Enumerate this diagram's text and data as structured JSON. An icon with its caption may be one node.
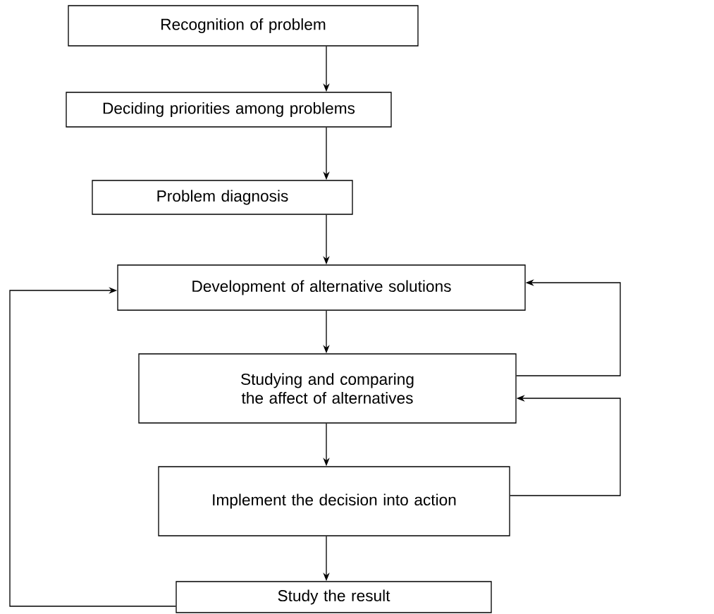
{
  "diagram": {
    "nodes": [
      {
        "text": [
          "Recognition of problem"
        ]
      },
      {
        "text": [
          "Deciding priorities among problems"
        ]
      },
      {
        "text": [
          "Problem diagnosis"
        ]
      },
      {
        "text": [
          "Development of alternative solutions"
        ]
      },
      {
        "text": [
          "Studying and comparing the affect of alternatives"
        ]
      },
      {
        "text": [
          "Implement the decision into action"
        ]
      },
      {
        "text": [
          "Study the result"
        ]
      }
    ],
    "edges": [
      {
        "from": 0,
        "to": 1,
        "arrow": "to"
      },
      {
        "from": 1,
        "to": 2,
        "arrow": "to"
      },
      {
        "from": 2,
        "to": 3,
        "arrow": "to"
      },
      {
        "from": 3,
        "to": 4,
        "arrow": "to"
      },
      {
        "from": 4,
        "to": 3,
        "arrow": "to"
      },
      {
        "from": 5,
        "to": 4,
        "arrow": "to"
      },
      {
        "from": 4,
        "to": 5,
        "arrow": "to"
      },
      {
        "from": 5,
        "to": 6,
        "arrow": "to"
      },
      {
        "from": 6,
        "to": 3,
        "arrow": "to"
      }
    ]
  }
}
